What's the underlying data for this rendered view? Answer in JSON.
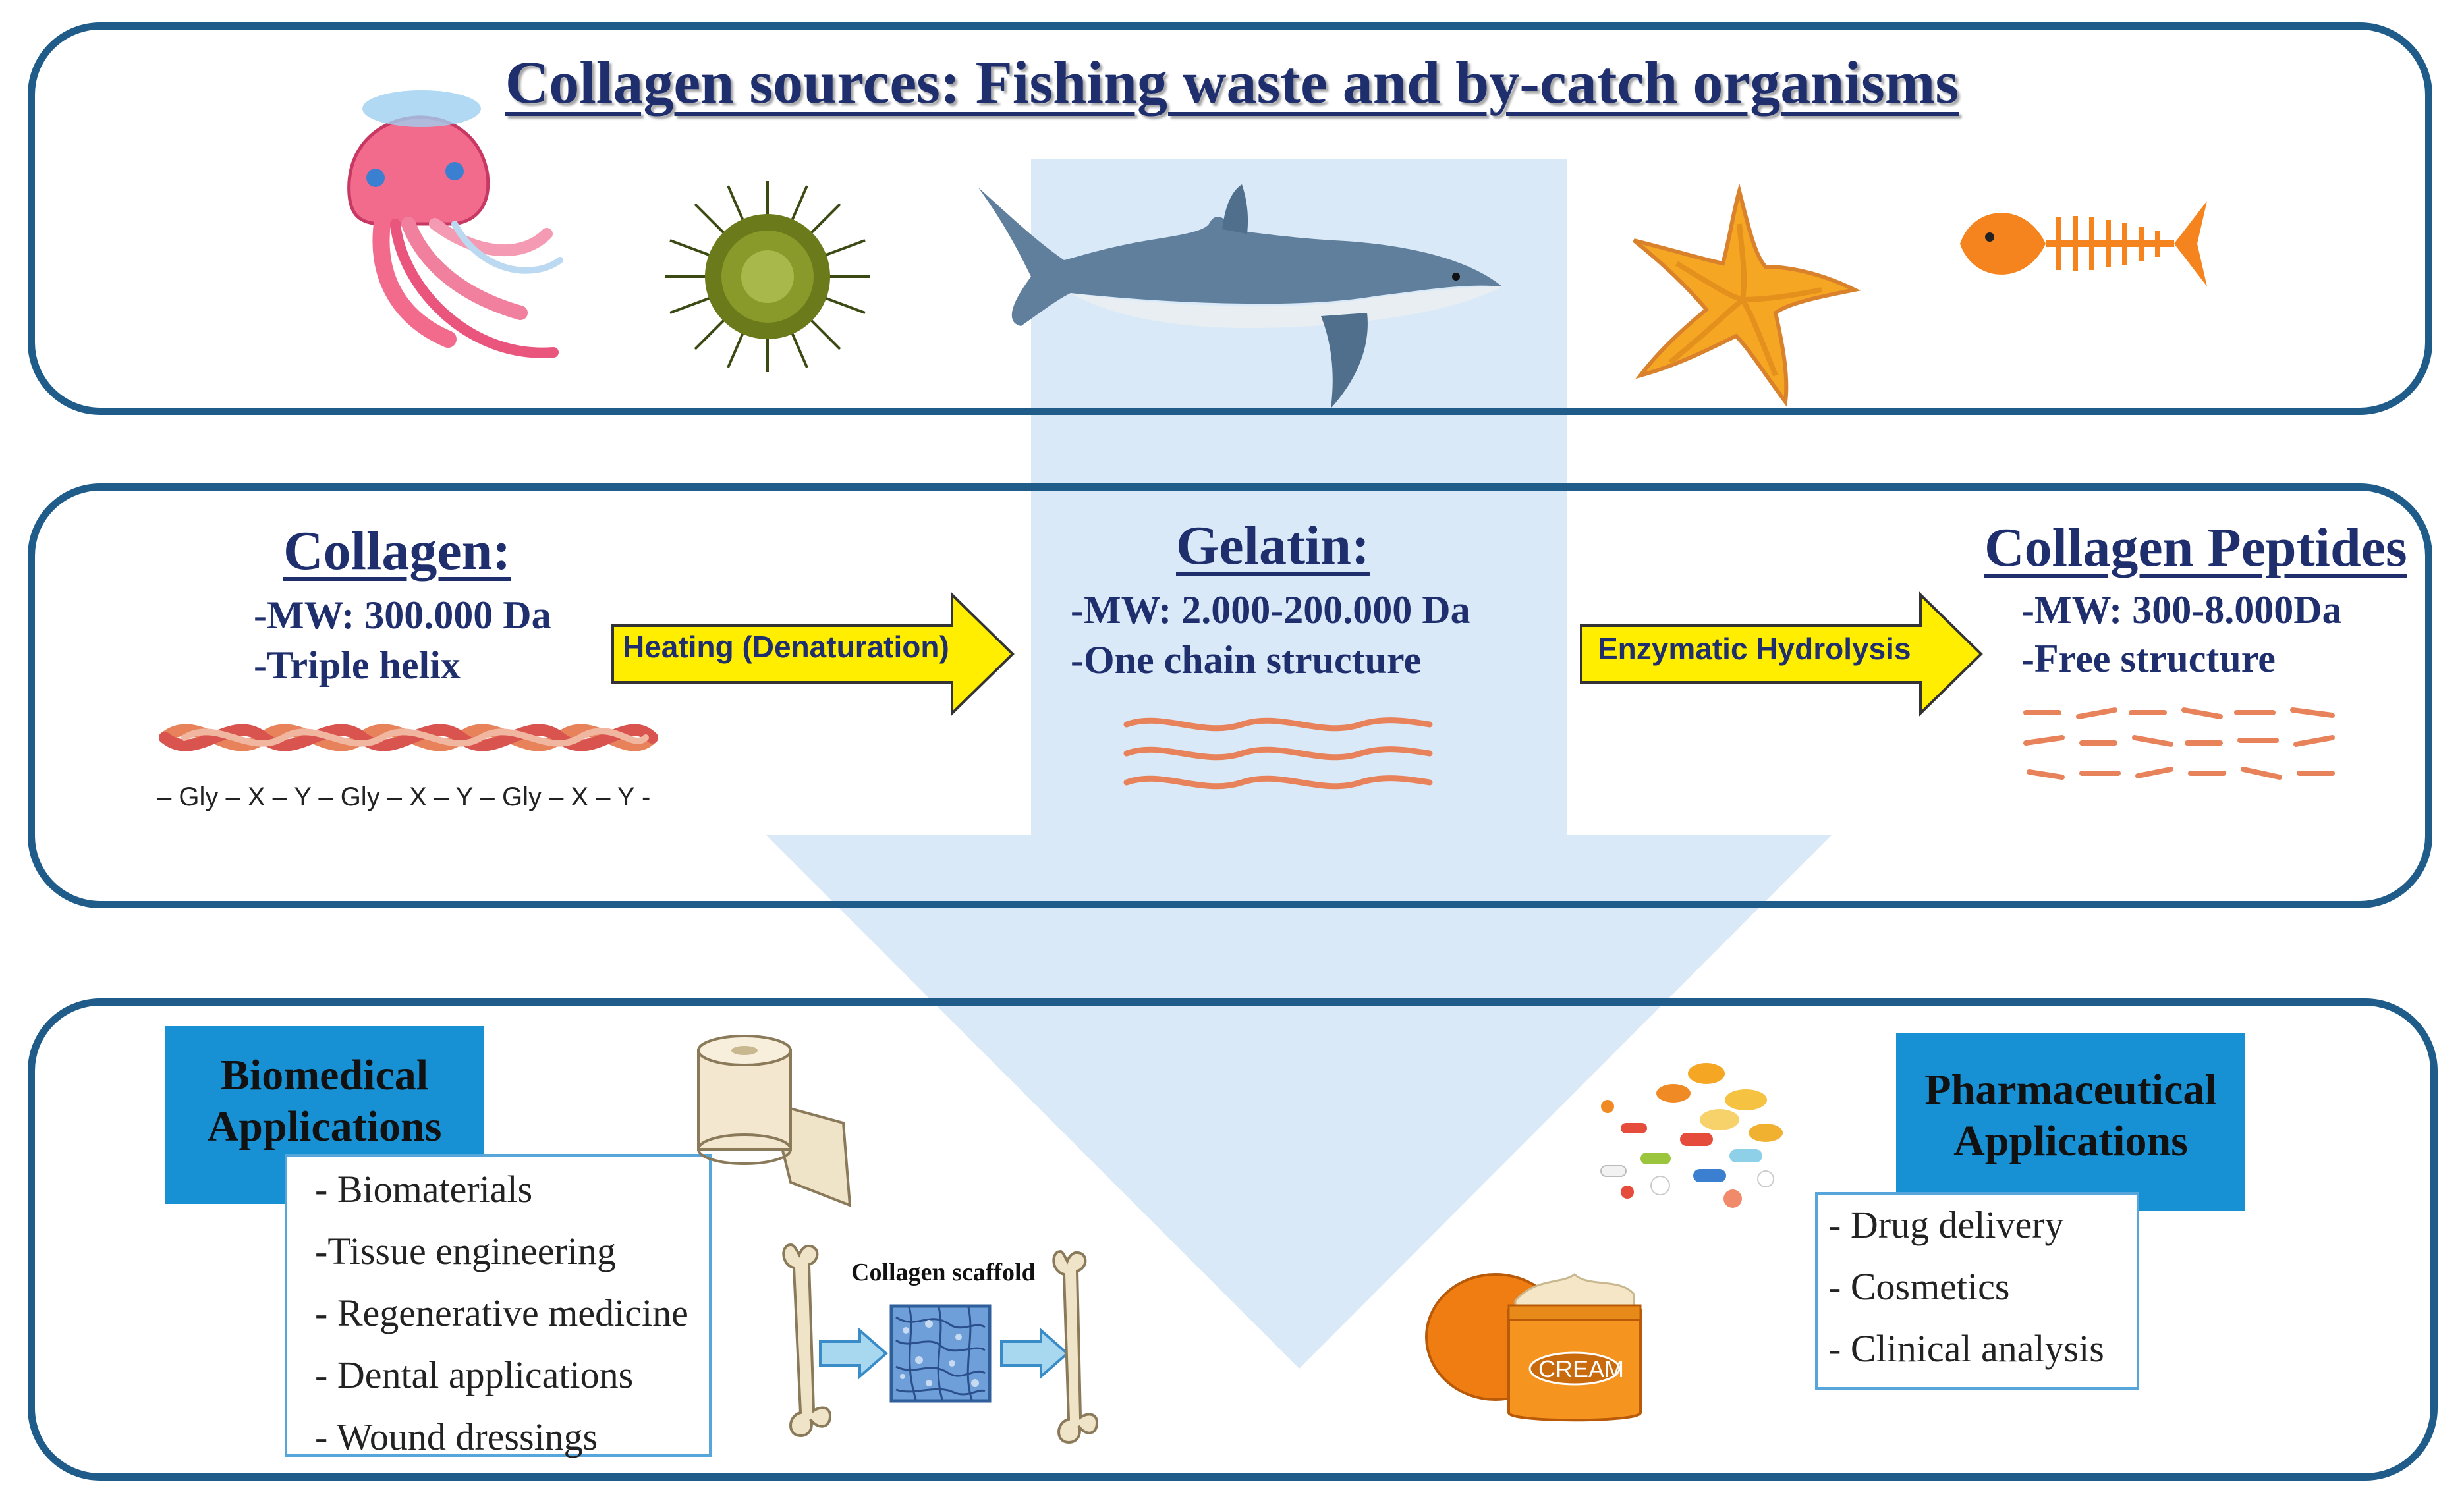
{
  "title": "Collagen sources: Fishing waste and by-catch organisms",
  "sources": {
    "icons": [
      "jellyfish-icon",
      "sea-urchin-icon",
      "shark-icon",
      "starfish-icon",
      "fish-bone-icon"
    ]
  },
  "collagen": {
    "heading": "Collagen:",
    "props": [
      "-MW: 300.000 Da",
      "-Triple helix"
    ],
    "sequence": "– Gly – X – Y – Gly – X – Y – Gly – X – Y -"
  },
  "arrow1": {
    "label": "Heating (Denaturation)"
  },
  "gelatin": {
    "heading": "Gelatin:",
    "props": [
      "-MW: 2.000-200.000 Da",
      "-One chain structure"
    ]
  },
  "arrow2": {
    "label": "Enzymatic Hydrolysis"
  },
  "peptides": {
    "heading": "Collagen Peptides",
    "props": [
      "-MW: 300-8.000Da",
      "-Free structure"
    ]
  },
  "biomedical": {
    "label_line1": "Biomedical",
    "label_line2": "Applications",
    "items": [
      "- Biomaterials",
      "-Tissue engineering",
      "- Regenerative medicine",
      "- Dental applications",
      "- Wound dressings"
    ]
  },
  "scaffold": {
    "label": "Collagen scaffold"
  },
  "pharmaceutical": {
    "label_line1": "Pharmaceutical",
    "label_line2": "Applications",
    "items": [
      "- Drug delivery",
      "- Cosmetics",
      "- Clinical analysis"
    ]
  },
  "cream": {
    "label": "CREAM"
  },
  "colors": {
    "panel_border": "#1f5c89",
    "title_text": "#1f2f6e",
    "flow_arrow": "#d9e9f7",
    "process_arrow": "#ffee00",
    "strand": "#e8825a",
    "app_box": "#1790d4",
    "list_border": "#56a6dc"
  }
}
